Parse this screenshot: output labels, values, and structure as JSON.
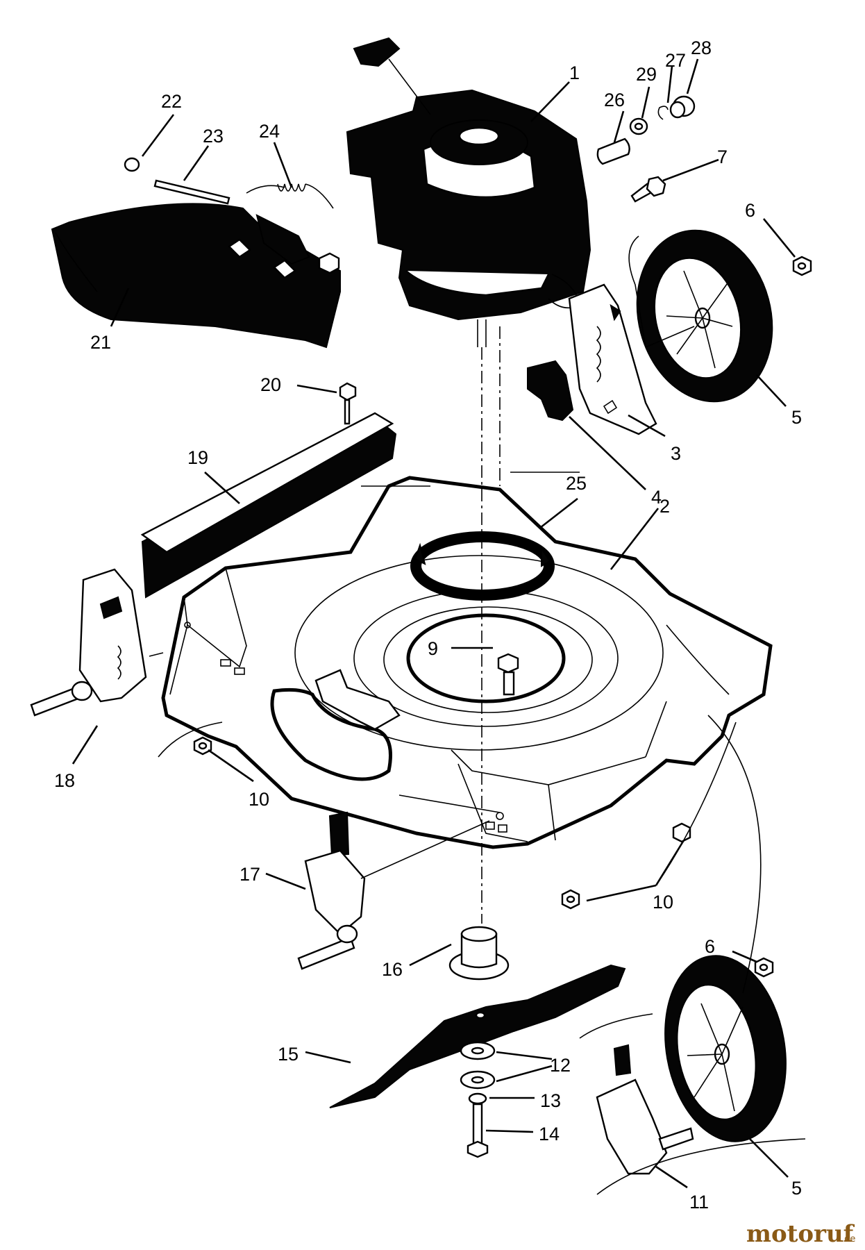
{
  "callouts": [
    {
      "id": "c1",
      "text": "1"
    },
    {
      "id": "c2",
      "text": "2"
    },
    {
      "id": "c3",
      "text": "3"
    },
    {
      "id": "c4",
      "text": "4"
    },
    {
      "id": "c5a",
      "text": "5"
    },
    {
      "id": "c5b",
      "text": "5"
    },
    {
      "id": "c6a",
      "text": "6"
    },
    {
      "id": "c6b",
      "text": "6"
    },
    {
      "id": "c7",
      "text": "7"
    },
    {
      "id": "c9",
      "text": "9"
    },
    {
      "id": "c10a",
      "text": "10"
    },
    {
      "id": "c10b",
      "text": "10"
    },
    {
      "id": "c11",
      "text": "11"
    },
    {
      "id": "c12",
      "text": "12"
    },
    {
      "id": "c13",
      "text": "13"
    },
    {
      "id": "c14",
      "text": "14"
    },
    {
      "id": "c15",
      "text": "15"
    },
    {
      "id": "c16",
      "text": "16"
    },
    {
      "id": "c17",
      "text": "17"
    },
    {
      "id": "c18",
      "text": "18"
    },
    {
      "id": "c19",
      "text": "19"
    },
    {
      "id": "c20",
      "text": "20"
    },
    {
      "id": "c21",
      "text": "21"
    },
    {
      "id": "c22",
      "text": "22"
    },
    {
      "id": "c23",
      "text": "23"
    },
    {
      "id": "c24",
      "text": "24"
    },
    {
      "id": "c25",
      "text": "25"
    },
    {
      "id": "c26",
      "text": "26"
    },
    {
      "id": "c27",
      "text": "27"
    },
    {
      "id": "c28",
      "text": "28"
    },
    {
      "id": "c29",
      "text": "29"
    }
  ],
  "watermark": {
    "name": "motoruf",
    "suffix": ".de"
  }
}
